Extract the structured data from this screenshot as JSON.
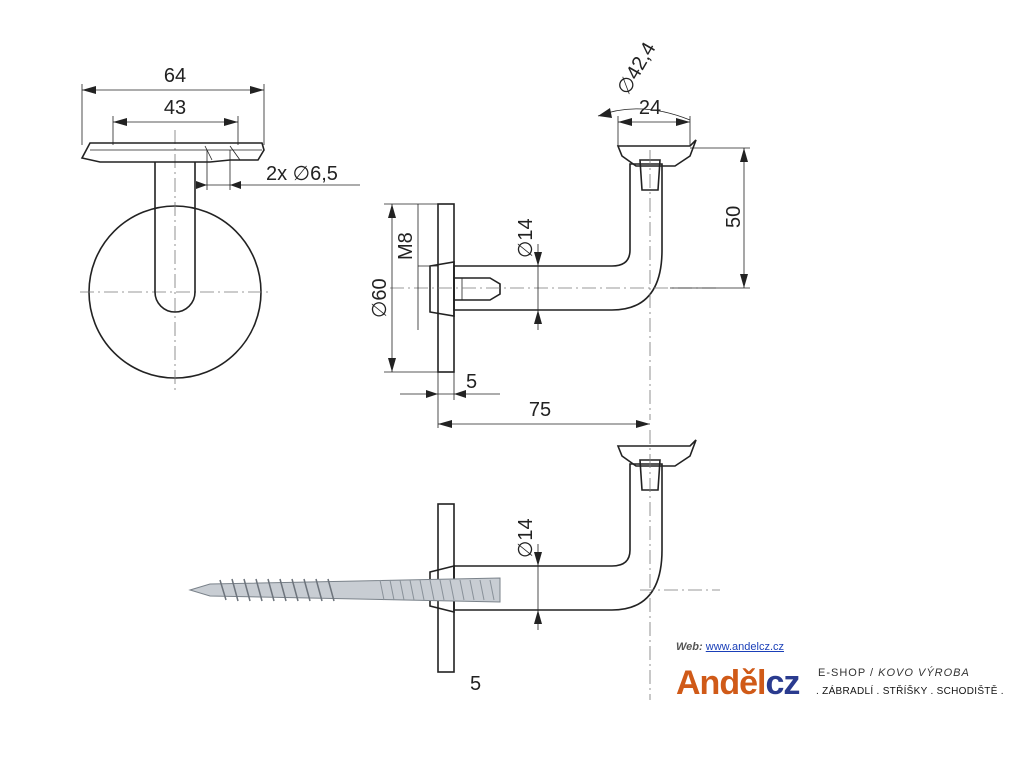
{
  "dimensions": {
    "width_total": "64",
    "width_inner": "43",
    "holes": "2x ∅6,5",
    "tube_diameter": "∅42,4",
    "saddle_width": "24",
    "height": "50",
    "rod_diameter_1": "∅14",
    "rod_diameter_2": "∅14",
    "thread": "M8",
    "plate_diameter": "∅60",
    "plate_thickness_1": "5",
    "plate_thickness_2": "5",
    "reach": "75"
  },
  "branding": {
    "web_label": "Web:",
    "web_url": "www.andelcz.cz",
    "brand_main": "Anděl",
    "brand_suffix": "cz",
    "eshop": "E-SHOP /",
    "eshop_italic": "KOVO VÝROBA",
    "tagline": ". ZÁBRADLÍ . STŘÍŠKY . SCHODIŠTĚ ."
  },
  "colors": {
    "brand_orange": "#d05a18",
    "brand_blue": "#2a3b8f",
    "link": "#1a3fb8"
  }
}
